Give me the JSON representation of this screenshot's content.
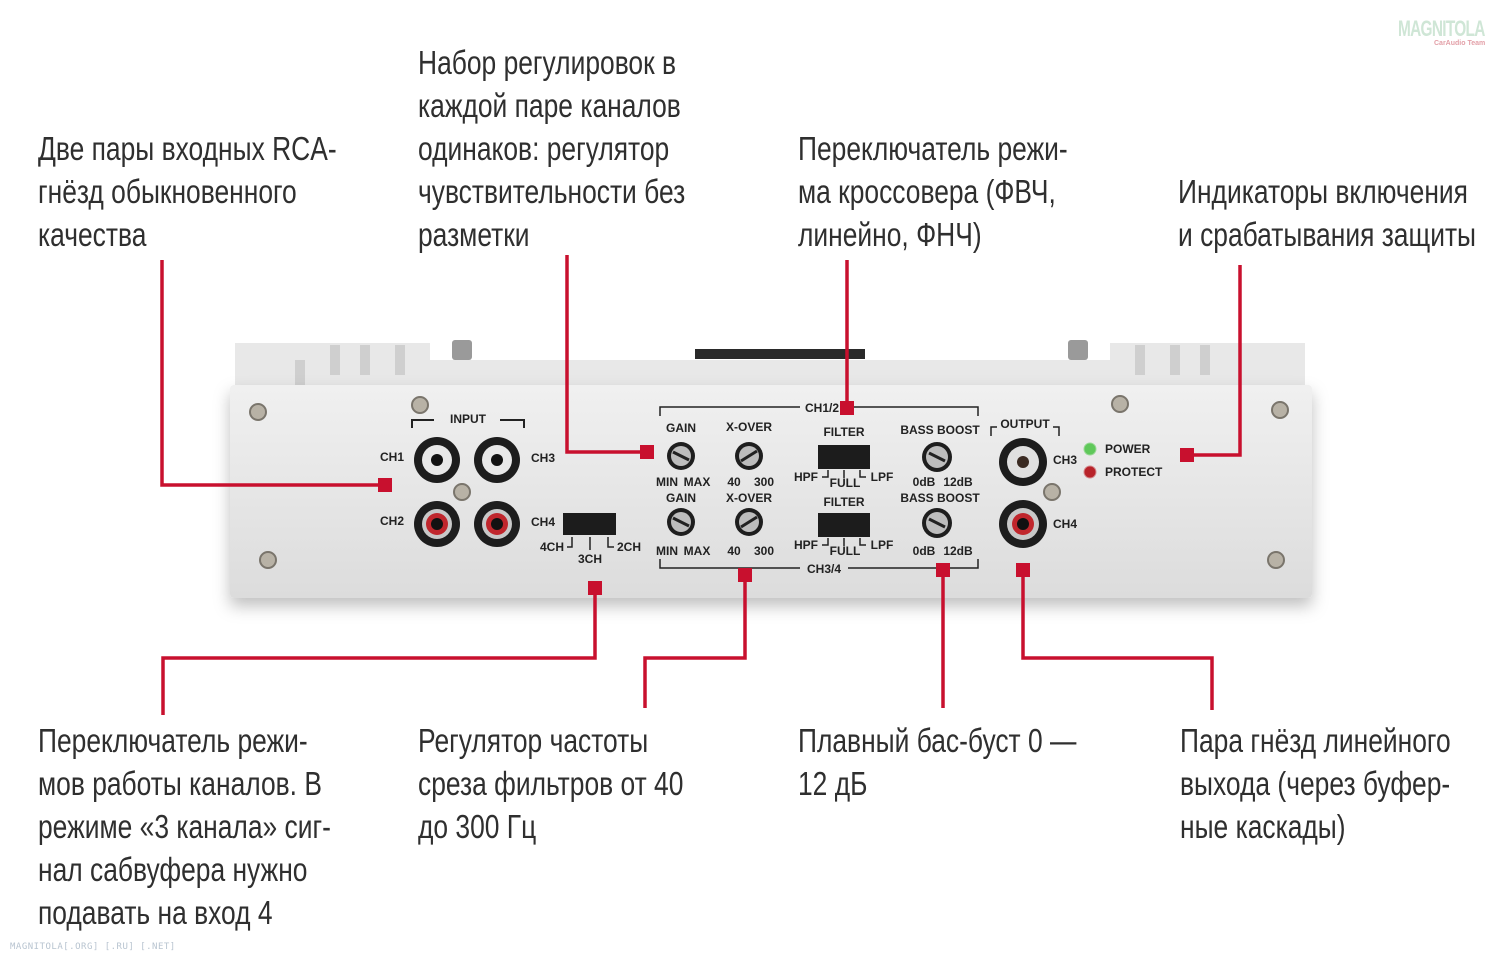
{
  "captions": {
    "inputs": [
      "Две пары входных RCA-",
      "гнёзд обыкновенного",
      "качества"
    ],
    "controls": [
      "Набор регулировок в",
      "каждой паре каналов",
      "одинаков: регулятор",
      "чувствительности без",
      "разметки"
    ],
    "crossover_switch": [
      "Переключатель режи-",
      "ма кроссовера (ФВЧ,",
      "линейно, ФНЧ)"
    ],
    "indicators": [
      "Индикаторы включения",
      "и срабатывания защиты"
    ],
    "mode_switch": [
      "Переключатель режи-",
      "мов работы каналов. В",
      "режиме «3 канала» сиг-",
      "нал сабвуфера нужно",
      "подавать на вход 4"
    ],
    "xover_knob": [
      "Регулятор частоты",
      "среза фильтров от 40",
      "до 300 Гц"
    ],
    "bass_boost": [
      "Плавный бас-буст 0 —",
      "12 дБ"
    ],
    "line_out": [
      "Пара гнёзд линейного",
      "выхода (через буфер-",
      "ные каскады)"
    ]
  },
  "panel": {
    "input": "INPUT",
    "ch1": "CH1",
    "ch2": "CH2",
    "ch3": "CH3",
    "ch4": "CH4",
    "mode_4ch": "4CH",
    "mode_3ch": "3CH",
    "mode_2ch": "2CH",
    "gain": "GAIN",
    "min": "MIN",
    "max": "MAX",
    "xover": "X-OVER",
    "f40": "40",
    "f300": "300",
    "ch12": "CH1/2",
    "ch34": "CH3/4",
    "filter": "FILTER",
    "hpf": "HPF",
    "full": "FULL",
    "lpf": "LPF",
    "bass_boost": "BASS BOOST",
    "db0": "0dB",
    "db12": "12dB",
    "output": "OUTPUT",
    "power": "POWER",
    "protect": "PROTECT"
  },
  "logo": {
    "main": "MAGNITOLA",
    "sub": "CarAudio Team"
  },
  "watermark": "MAGNITOLA[.ORG] [.RU] [.NET]",
  "colors": {
    "callout": "#c8102e",
    "panel": "#e6e6e6",
    "led_power": "#5fc85a",
    "led_protect": "#b8232a"
  }
}
